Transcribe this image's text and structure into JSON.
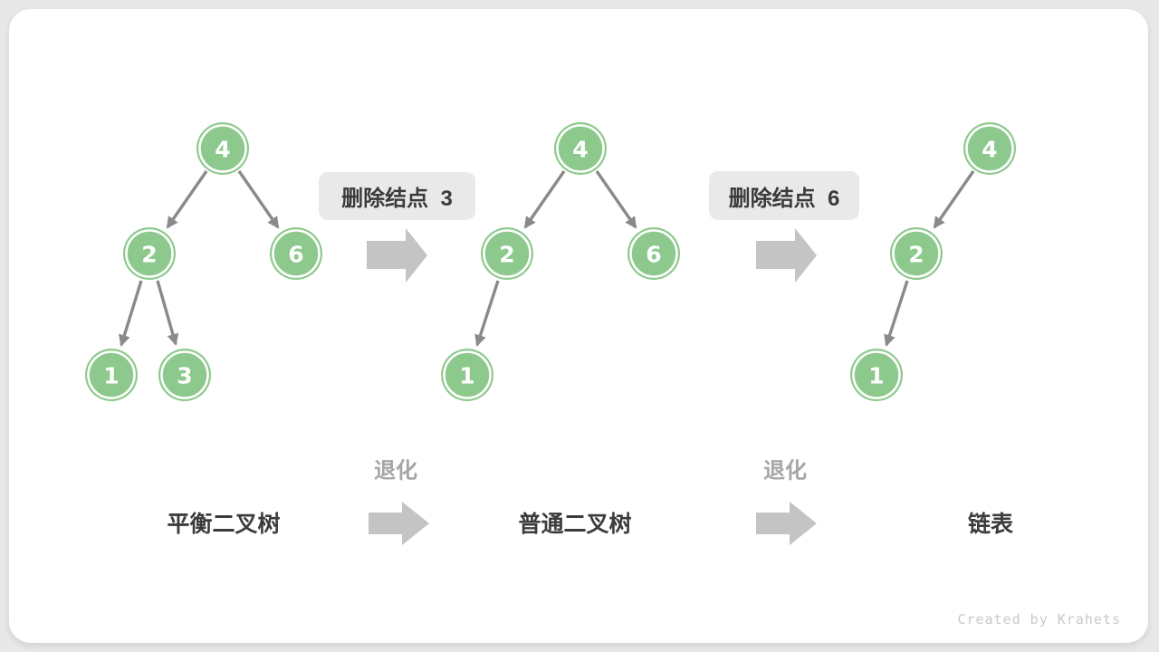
{
  "colors": {
    "node_green": "#8dc98c",
    "edge_gray": "#8a8a8a",
    "block_arrow_gray": "#c4c4c4",
    "badge_bg": "#e9e9e9",
    "text_dark": "#3c3c3c",
    "caption_gray": "#a6a6a6",
    "watermark_gray": "#c9c9c9"
  },
  "diagram": {
    "trees": [
      {
        "label": "平衡二叉树",
        "nodes": [
          {
            "value": "4"
          },
          {
            "value": "2"
          },
          {
            "value": "6"
          },
          {
            "value": "1"
          },
          {
            "value": "3"
          }
        ]
      },
      {
        "label": "普通二叉树",
        "nodes": [
          {
            "value": "4"
          },
          {
            "value": "2"
          },
          {
            "value": "6"
          },
          {
            "value": "1"
          }
        ]
      },
      {
        "label": "链表",
        "nodes": [
          {
            "value": "4"
          },
          {
            "value": "2"
          },
          {
            "value": "1"
          }
        ]
      }
    ],
    "badges": [
      {
        "label": "删除结点  3"
      },
      {
        "label": "删除结点  6"
      }
    ],
    "captions": [
      {
        "label": "退化"
      },
      {
        "label": "退化"
      }
    ]
  },
  "watermark": "Created by Krahets"
}
